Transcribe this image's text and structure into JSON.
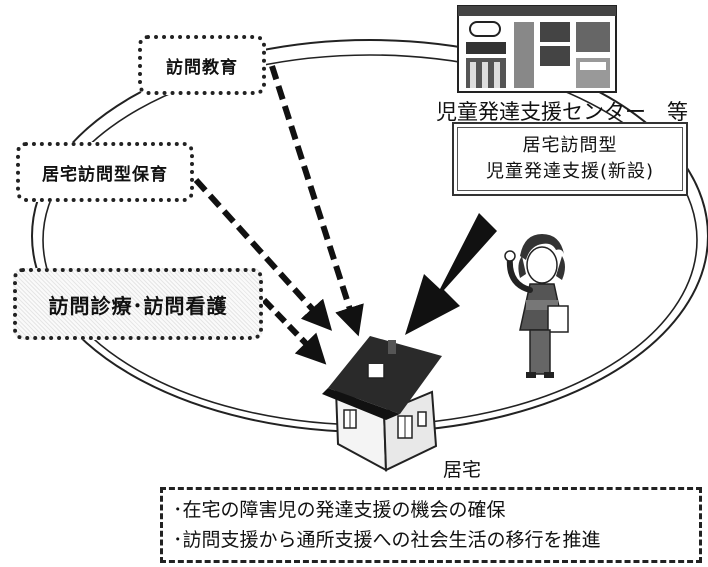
{
  "nodes": {
    "houmon_kyoiku": "訪問教育",
    "kyotaku_hoiku": "居宅訪問型保育",
    "shinryo_kango": "訪問診療･訪問看護",
    "center": "児童発達支援センター　等",
    "new_service_line1": "居宅訪問型",
    "new_service_line2": "児童発達支援(新設)",
    "home": "居宅"
  },
  "summary": {
    "line1": "･在宅の障害児の発達支援の機会の確保",
    "line2": "･訪問支援から通所支援への社会生活の移行を推進"
  },
  "colors": {
    "ink": "#111111",
    "roof": "#2a2a2a",
    "house_wall": "#f4f4f4"
  }
}
